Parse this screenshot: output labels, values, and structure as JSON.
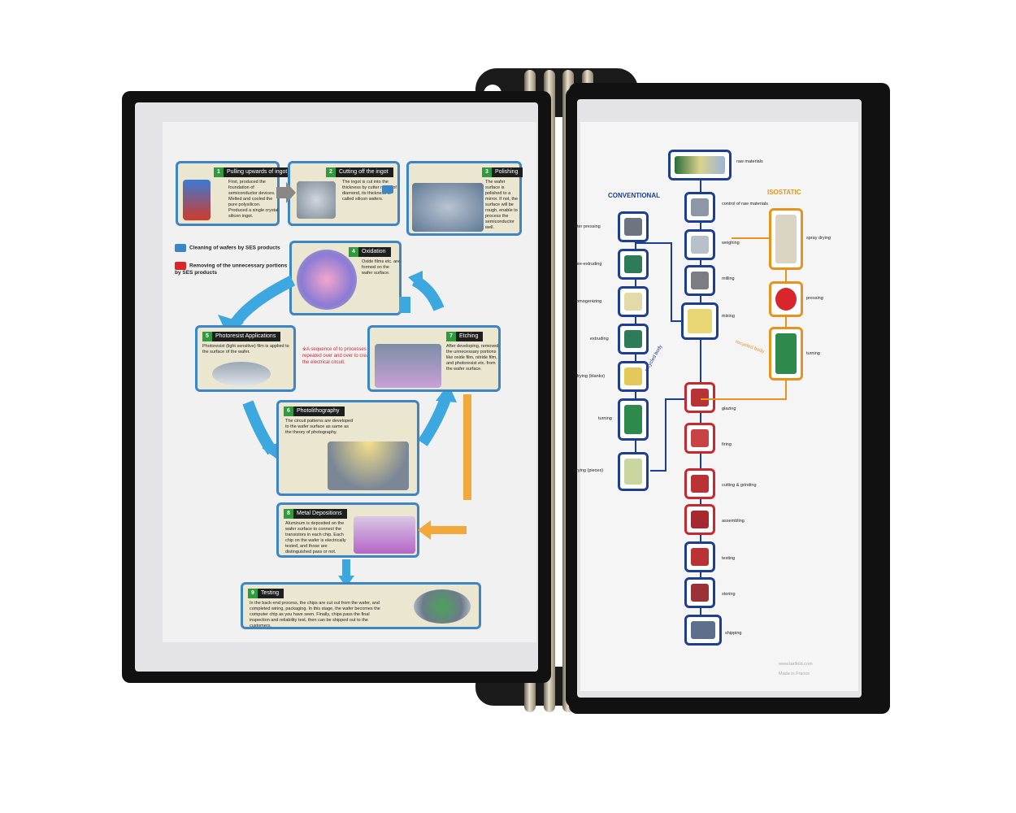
{
  "colors": {
    "frame": "#111111",
    "accent_blue": "#3d86c6",
    "accent_orange": "#e8931e",
    "accent_red": "#d8262c",
    "dark_blue": "#1c3f93",
    "step_green": "#2f9a3e"
  },
  "left_poster": {
    "steps": [
      {
        "num": "1",
        "title": "Pulling upwards of ingot",
        "body": "First, produced the foundation of semiconductor devices. Melted and cooled the pure polysilicon. Produced a single crystal silicon ingot."
      },
      {
        "num": "2",
        "title": "Cutting off the ingot",
        "body": "The ingot is cut into the thickness by cutter made of diamond, its thickness is called silicon wafers."
      },
      {
        "num": "3",
        "title": "Polishing",
        "body": "The wafer surface is polished to a mirror. If not, the surface will be rough, enable to process the semiconductor well."
      },
      {
        "num": "4",
        "title": "Oxidation",
        "body": "Oxide films etc. are formed on the wafer surface."
      },
      {
        "num": "5",
        "title": "Photoresist Applications",
        "body": "Photoresist (light sensitive) film is applied to the surface of the wafer."
      },
      {
        "num": "6",
        "title": "Photolithography",
        "body": "The circuit patterns are developed to the wafer surface as same as the theory of photography."
      },
      {
        "num": "7",
        "title": "Etching",
        "body": "After developing, removed the unnecessary portions like oxide film, nitride film, and photoresist etc. from the wafer surface."
      },
      {
        "num": "8",
        "title": "Metal Depositions",
        "body": "Aluminum is deposited on the wafer surface to connect the transistors in each chip. Each chip on the wafer is electrically tested, and those are distinguished pass or not."
      },
      {
        "num": "9",
        "title": "Testing",
        "body": "In the back-end process, the chips are cut out from the wafer, and completed wiring, packaging. In this stage, the wafer becomes the computer chip as you have seen. Finally, chips pass the final inspection and reliability test, then can be shipped out to the customers."
      }
    ],
    "legend": {
      "cleaning": "Cleaning of wafers by SES products",
      "removing": "Removing of the unnecessary portions by SES products"
    },
    "note": "※A sequence of to processes is repeated over and over to create the electrical circuit."
  },
  "right_poster": {
    "conventional": "CONVENTIONAL",
    "isostatic": "ISOSTATIC",
    "center_steps": [
      "raw materials",
      "control of raw materials",
      "weighing",
      "milling",
      "mixing",
      "glazing",
      "firing",
      "cutting & grinding",
      "assembling",
      "testing",
      "storing",
      "shipping"
    ],
    "conv_steps": [
      "filter pressing",
      "pre-extruding",
      "homogenizing",
      "extruding",
      "drying (blanks)",
      "turning",
      "drying (pieces)"
    ],
    "iso_steps": [
      "spray drying",
      "pressing",
      "turning"
    ],
    "recycled": "recycled body",
    "footer": [
      "www.tarifold.com",
      "Made in France"
    ]
  }
}
